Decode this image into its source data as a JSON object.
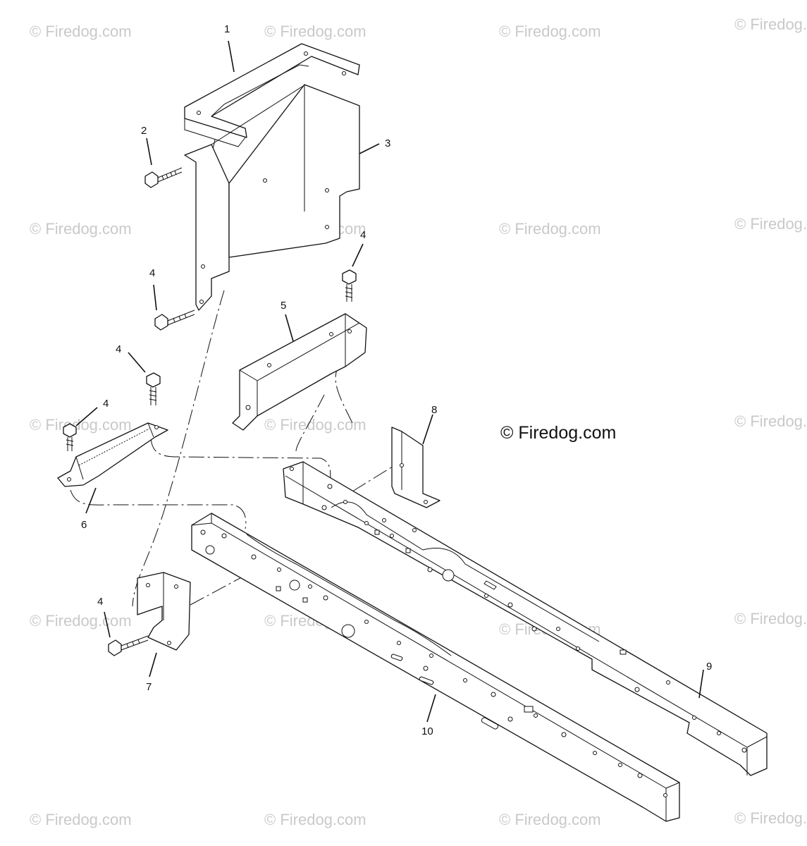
{
  "watermark": {
    "text": "© Firedog.com",
    "color": "#c9c9c9"
  },
  "center_watermark": {
    "text": "© Firedog.com"
  },
  "callouts": [
    {
      "id": "1",
      "text": "1"
    },
    {
      "id": "2",
      "text": "2"
    },
    {
      "id": "3",
      "text": "3"
    },
    {
      "id": "4a",
      "text": "4"
    },
    {
      "id": "4b",
      "text": "4"
    },
    {
      "id": "4c",
      "text": "4"
    },
    {
      "id": "4d",
      "text": "4"
    },
    {
      "id": "4e",
      "text": "4"
    },
    {
      "id": "5",
      "text": "5"
    },
    {
      "id": "6",
      "text": "6"
    },
    {
      "id": "7",
      "text": "7"
    },
    {
      "id": "8",
      "text": "8"
    },
    {
      "id": "9",
      "text": "9"
    },
    {
      "id": "10",
      "text": "10"
    }
  ]
}
